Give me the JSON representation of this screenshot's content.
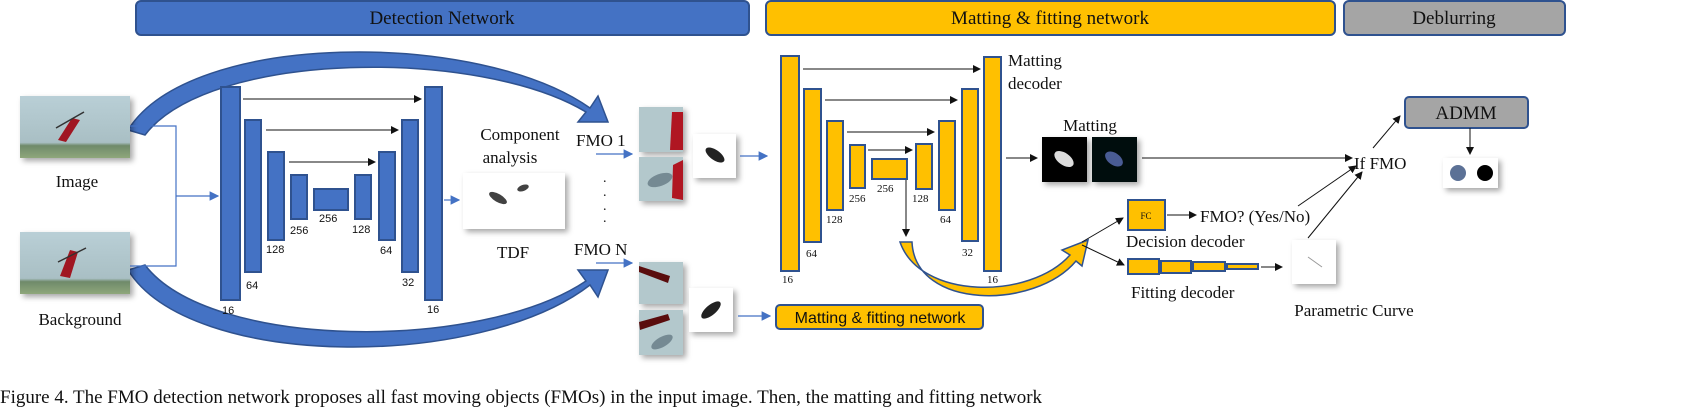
{
  "headers": {
    "detection": "Detection Network",
    "matting": "Matting & fitting network",
    "deblurring": "Deblurring"
  },
  "inputs": {
    "image_label": "Image",
    "background_label": "Background"
  },
  "detection_net": {
    "channels": {
      "c16a": "16",
      "c64a": "64",
      "c128a": "128",
      "c256a": "256",
      "c256b": "256",
      "c128b": "128",
      "c64b": "64",
      "c32": "32",
      "c16b": "16"
    }
  },
  "component": {
    "line1": "Component",
    "line2": "analysis",
    "tdf": "TDF"
  },
  "fmo": {
    "first": "FMO 1",
    "last": "FMO N",
    "dot": "."
  },
  "matting_net": {
    "matting_decoder_line1": "Matting",
    "matting_decoder_line2": "decoder",
    "channels": {
      "c16a": "16",
      "c64": "64",
      "c128a": "128",
      "c256a": "256",
      "c256b": "256",
      "c128b": "128",
      "c64b": "64",
      "c32": "32",
      "c16b": "16"
    },
    "matting_label": "Matting",
    "fc_label": "FC",
    "fmo_question": "FMO? (Yes/No)",
    "decision_decoder": "Decision decoder",
    "fitting_decoder": "Fitting decoder",
    "parametric_curve": "Parametric Curve",
    "if_fmo": "If FMO",
    "admm": "ADMM",
    "bottom_box": "Matting & fitting network"
  },
  "caption": "Figure 4. The FMO detection network proposes all fast moving objects (FMOs) in the input image. Then, the matting and fitting network",
  "colors": {
    "blue_fill": "#4472c4",
    "blue_stroke": "#2f528f",
    "yellow_fill": "#ffc000",
    "yellow_stroke": "#2f528f",
    "gray_fill": "#a5a5a5"
  }
}
